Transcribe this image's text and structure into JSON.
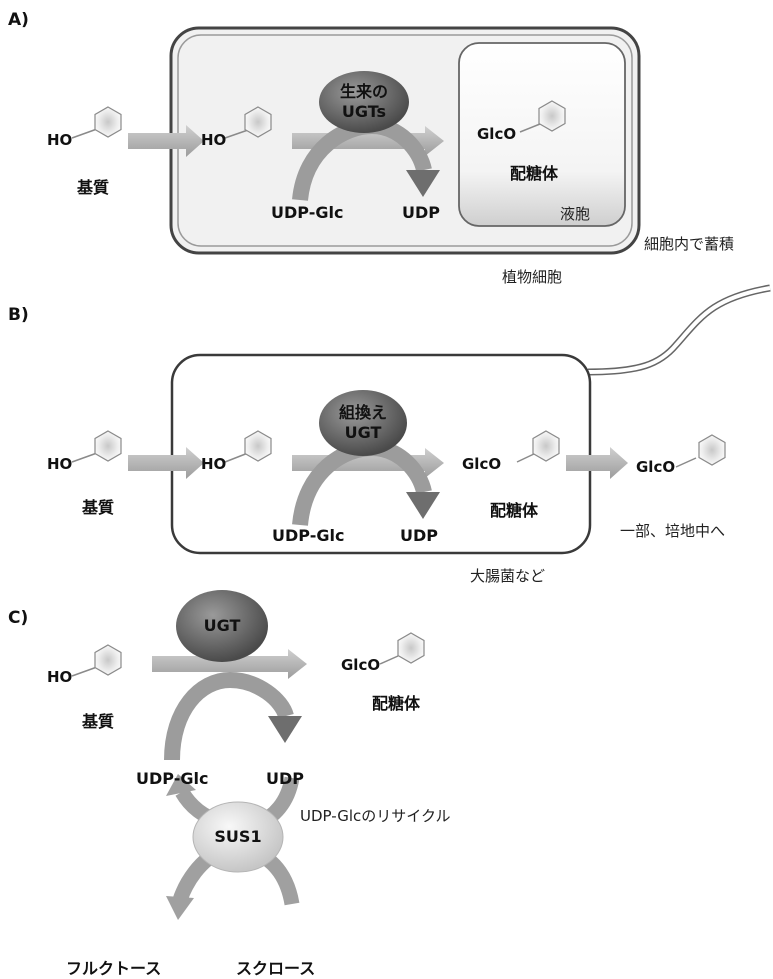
{
  "panels": {
    "A": {
      "label": "A)",
      "substrate_ho": "HO",
      "substrate_label": "基質",
      "inner_ho": "HO",
      "enzyme_line1": "生来の",
      "enzyme_line2": "UGTs",
      "udp_glc": "UDP-Glc",
      "udp": "UDP",
      "glco": "GlcO",
      "glycoside": "配糖体",
      "vacuole": "液胞",
      "accumulate": "細胞内で蓄積",
      "cell": "植物細胞"
    },
    "B": {
      "label": "B)",
      "substrate_ho": "HO",
      "substrate_label": "基質",
      "inner_ho": "HO",
      "enzyme_line1": "組換え",
      "enzyme_line2": "UGT",
      "udp_glc": "UDP-Glc",
      "udp": "UDP",
      "glco_inner": "GlcO",
      "glycoside": "配糖体",
      "glco_outer": "GlcO",
      "medium": "一部、培地中へ",
      "cell": "大腸菌など"
    },
    "C": {
      "label": "C)",
      "substrate_ho": "HO",
      "substrate_label": "基質",
      "enzyme": "UGT",
      "udp_glc": "UDP-Glc",
      "udp": "UDP",
      "glco": "GlcO",
      "glycoside": "配糖体",
      "recycle": "UDP-Glcのリサイクル",
      "sus": "SUS1",
      "fructose": "フルクトース",
      "sucrose": "スクロース"
    }
  },
  "colors": {
    "enzyme_dark": "#5a5a5a",
    "sus_light": "#e2e2e2",
    "arrow_gray": "#a8a8a8",
    "cell_fill": "#eeeeee",
    "cell_border": "#444444"
  },
  "icons": [
    "hexagon-molecule-icon"
  ]
}
